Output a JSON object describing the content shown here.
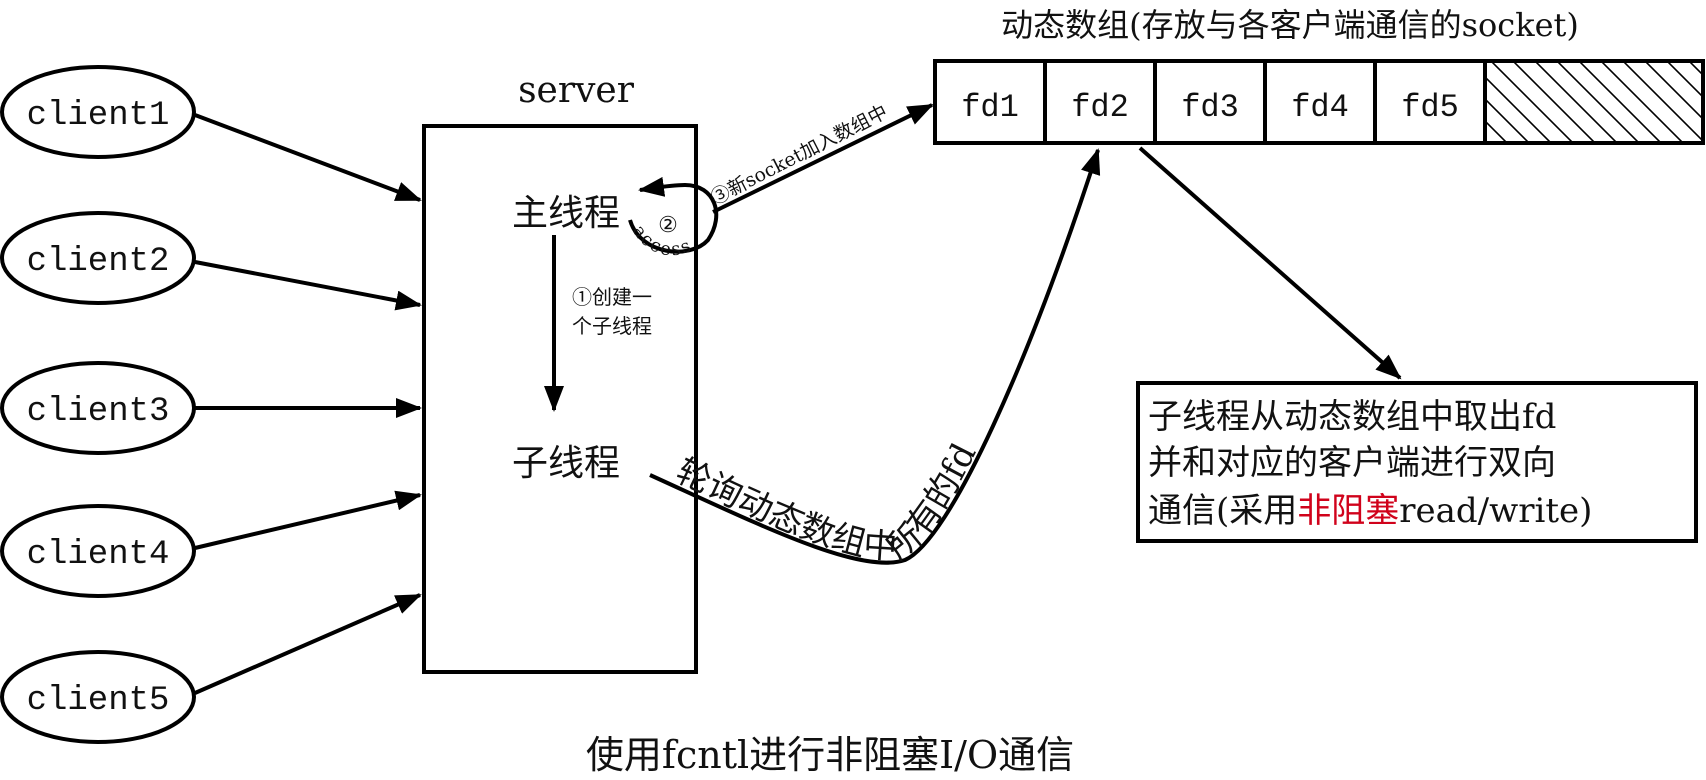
{
  "diagram": {
    "title": "使用fcntl进行非阻塞I/O通信",
    "clients": [
      "client1",
      "client2",
      "client3",
      "client4",
      "client5"
    ],
    "server": {
      "label": "server",
      "main_thread": "主线程",
      "child_thread": "子线程",
      "step1_line1": "①创建一",
      "step1_line2": "个子线程",
      "step2_label": "②",
      "accept_label": "access"
    },
    "array": {
      "title": "动态数组(存放与各客户端通信的socket)",
      "cells": [
        "fd1",
        "fd2",
        "fd3",
        "fd4",
        "fd5"
      ],
      "empty_cell": "hatched"
    },
    "step3_label": "③新socket加入数组中",
    "poll_label": "轮询动态数组中所有的fd",
    "note": {
      "line1": "子线程从动态数组中取出fd",
      "line2": "并和对应的客户端进行双向",
      "line3_prefix": "通信(采用",
      "line3_highlight": "非阻塞",
      "line3_suffix": "read/write)",
      "highlight_color": "#d0021b"
    }
  }
}
